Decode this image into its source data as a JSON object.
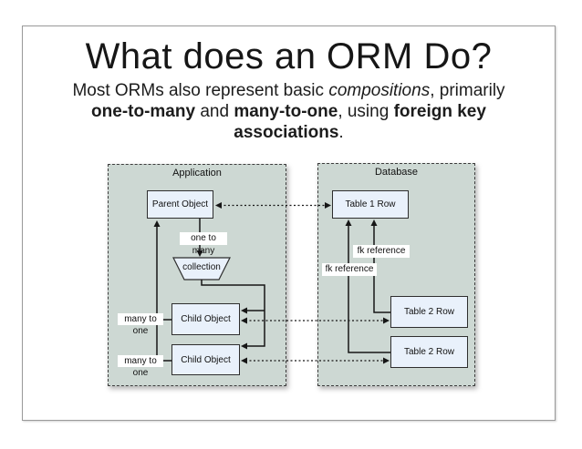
{
  "slide": {
    "title": "What does an ORM Do?",
    "subtitle": {
      "l1a": "Most ORMs also represent basic ",
      "l1b": "compositions",
      "l1c": ", primarily",
      "l2a": "one-to-many",
      "l2b": " and ",
      "l2c": "many-to-one",
      "l2d": ", using ",
      "l2e": "foreign key",
      "l3a": "associations",
      "l3b": "."
    }
  },
  "diagram": {
    "application": {
      "label": "Application",
      "parent_object": "Parent Object",
      "one_to_many": "one to many",
      "collection": "collection",
      "child_object_1": "Child Object",
      "child_object_2": "Child Object",
      "many_to_one_1": "many to one",
      "many_to_one_2": "many to one"
    },
    "database": {
      "label": "Database",
      "table1_row": "Table 1 Row",
      "fk_reference_1": "fk reference",
      "fk_reference_2": "fk reference",
      "table2_row_1": "Table 2 Row",
      "table2_row_2": "Table 2 Row"
    },
    "colors": {
      "panel_fill": "#cdd8d3",
      "node_fill": "#e9f1fb",
      "node_border": "#2e2e2e",
      "line": "#161616",
      "slide_border": "#9a9a9a"
    }
  }
}
